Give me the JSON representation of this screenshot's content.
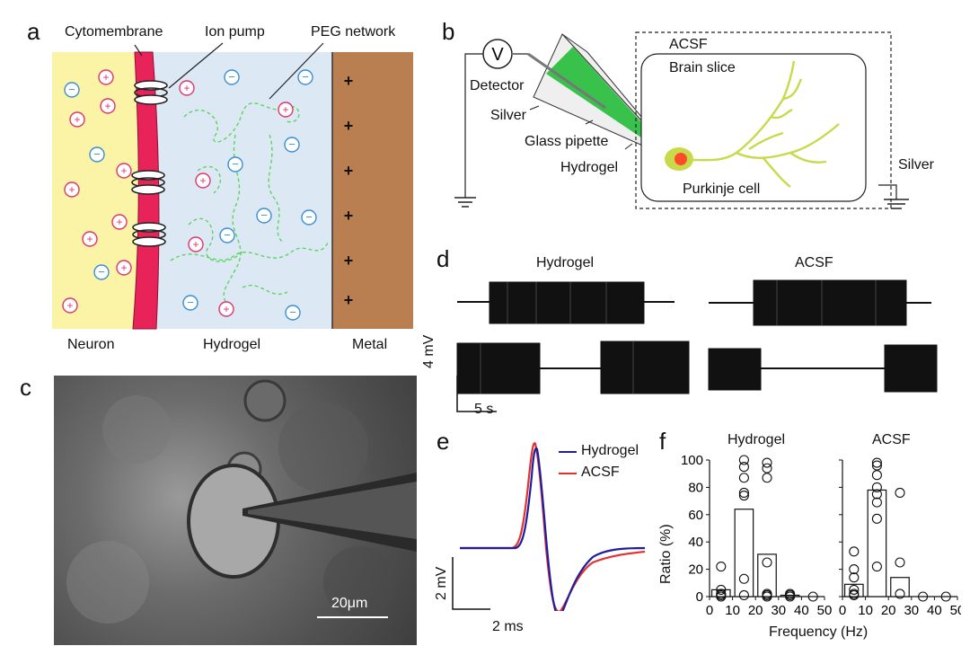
{
  "panel_a": {
    "letter": "a",
    "labels": {
      "cytomembrane": "Cytomembrane",
      "ion_pump": "Ion pump",
      "peg_network": "PEG network"
    },
    "regions": {
      "neuron": "Neuron",
      "hydrogel": "Hydrogel",
      "metal": "Metal"
    },
    "plus": "+",
    "minus": "−",
    "colors": {
      "neuron": "#fbf3a6",
      "membrane": "#e8235a",
      "hydrogel": "#dce8f4",
      "metal": "#b97f51",
      "peg": "#5fd460",
      "cation": "#e0356a",
      "anion": "#3a8fd6"
    }
  },
  "panel_b": {
    "letter": "b",
    "meter": "V",
    "labels": {
      "detector": "Detector",
      "silver_left": "Silver",
      "glass_pipette": "Glass pipette",
      "hydrogel": "Hydrogel",
      "acsf": "ACSF",
      "brain_slice": "Brain slice",
      "purkinje_cell": "Purkinje cell",
      "silver_right": "Silver"
    },
    "colors": {
      "hydrogel": "#39c24b",
      "dendrite": "#c8d94a",
      "nucleus": "#ff4b2b"
    }
  },
  "panel_c": {
    "letter": "c",
    "scale_bar": "20μm"
  },
  "panel_d": {
    "letter": "d",
    "titles": {
      "hydrogel": "Hydrogel",
      "acsf": "ACSF"
    },
    "scale_v": "4 mV",
    "scale_t": "5 s"
  },
  "panel_e": {
    "letter": "e",
    "legend": [
      "Hydrogel",
      "ACSF"
    ],
    "scale_v": "2 mV",
    "scale_t": "2 ms",
    "colors": {
      "hydrogel": "#1f1f9e",
      "acsf": "#e3302f"
    }
  },
  "chart_data": {
    "type": "bar",
    "panel_letter": "f",
    "ylabel": "Ratio (%)",
    "xlabel": "Frequency (Hz)",
    "ylim": [
      0,
      100
    ],
    "xlim": [
      0,
      50
    ],
    "yticks": [
      "0",
      "20",
      "40",
      "60",
      "80",
      "100"
    ],
    "xticks": [
      "0",
      "10",
      "20",
      "30",
      "40",
      "50"
    ],
    "groups": [
      {
        "name": "Hydrogel",
        "bins": [
          [
            0,
            10
          ],
          [
            10,
            20
          ],
          [
            20,
            30
          ],
          [
            30,
            40
          ],
          [
            40,
            50
          ]
        ],
        "values": [
          5,
          64,
          31,
          1,
          0
        ],
        "points": [
          [
            [
              5,
              22
            ],
            [
              5,
              5
            ],
            [
              5,
              1
            ],
            [
              5,
              0
            ],
            [
              5,
              2
            ]
          ],
          [
            [
              15,
              100
            ],
            [
              15,
              95
            ],
            [
              15,
              87
            ],
            [
              15,
              76
            ],
            [
              15,
              74
            ],
            [
              15,
              13
            ],
            [
              15,
              1
            ]
          ],
          [
            [
              25,
              98
            ],
            [
              25,
              94
            ],
            [
              25,
              87
            ],
            [
              25,
              25
            ],
            [
              25,
              2
            ],
            [
              25,
              1
            ],
            [
              25,
              0
            ]
          ],
          [
            [
              35,
              2
            ],
            [
              35,
              1
            ],
            [
              35,
              0
            ]
          ],
          [
            [
              45,
              0
            ]
          ]
        ]
      },
      {
        "name": "ACSF",
        "bins": [
          [
            0,
            10
          ],
          [
            10,
            20
          ],
          [
            20,
            30
          ],
          [
            30,
            40
          ],
          [
            40,
            50
          ]
        ],
        "values": [
          9,
          78,
          14,
          0,
          0
        ],
        "points": [
          [
            [
              5,
              33
            ],
            [
              5,
              20
            ],
            [
              5,
              14
            ],
            [
              5,
              5
            ],
            [
              5,
              2
            ],
            [
              5,
              1
            ]
          ],
          [
            [
              15,
              98
            ],
            [
              15,
              96
            ],
            [
              15,
              89
            ],
            [
              15,
              80
            ],
            [
              15,
              75
            ],
            [
              15,
              69
            ],
            [
              15,
              57
            ],
            [
              15,
              22
            ]
          ],
          [
            [
              25,
              76
            ],
            [
              25,
              25
            ],
            [
              25,
              2
            ]
          ],
          [
            [
              35,
              0
            ]
          ],
          [
            [
              45,
              0
            ]
          ]
        ]
      }
    ]
  }
}
